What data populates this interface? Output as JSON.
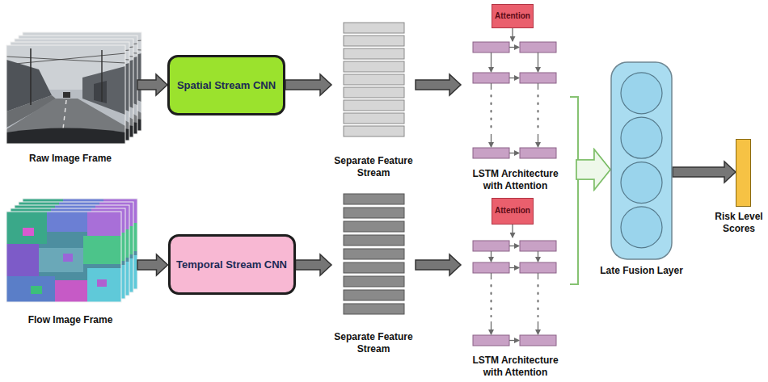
{
  "diagram": {
    "nodes": [
      {
        "text": [
          "Raw Image Frame"
        ]
      },
      {
        "text": [
          "Spatial Stream CNN"
        ]
      },
      {
        "text": [
          "Separate Feature Stream"
        ]
      },
      {
        "text": [
          "LSTM Architecture with Attention"
        ]
      },
      {
        "text": [
          "Attention"
        ],
        "in": 3
      },
      {
        "text": [
          "Flow Image Frame"
        ]
      },
      {
        "text": [
          "Temporal Stream CNN"
        ]
      },
      {
        "text": [
          "Separate Feature Stream"
        ]
      },
      {
        "text": [
          "LSTM Architecture with Attention"
        ]
      },
      {
        "text": [
          "Attention"
        ],
        "in": 8
      },
      {
        "text": [
          "Late Fusion Layer"
        ]
      },
      {
        "text": [
          "Risk Level Scores"
        ]
      }
    ],
    "edges": [
      {
        "from": 0,
        "to": 1,
        "arrow": "to"
      },
      {
        "from": 1,
        "to": 2,
        "arrow": "to"
      },
      {
        "from": 2,
        "to": 3,
        "arrow": "to"
      },
      {
        "from": 5,
        "to": 6,
        "arrow": "to"
      },
      {
        "from": 6,
        "to": 7,
        "arrow": "to"
      },
      {
        "from": 7,
        "to": 8,
        "arrow": "to"
      },
      {
        "from": 3,
        "to": 10,
        "arrow": "to"
      },
      {
        "from": 8,
        "to": 10,
        "arrow": "to"
      },
      {
        "from": 10,
        "to": 11,
        "arrow": "to"
      }
    ]
  }
}
